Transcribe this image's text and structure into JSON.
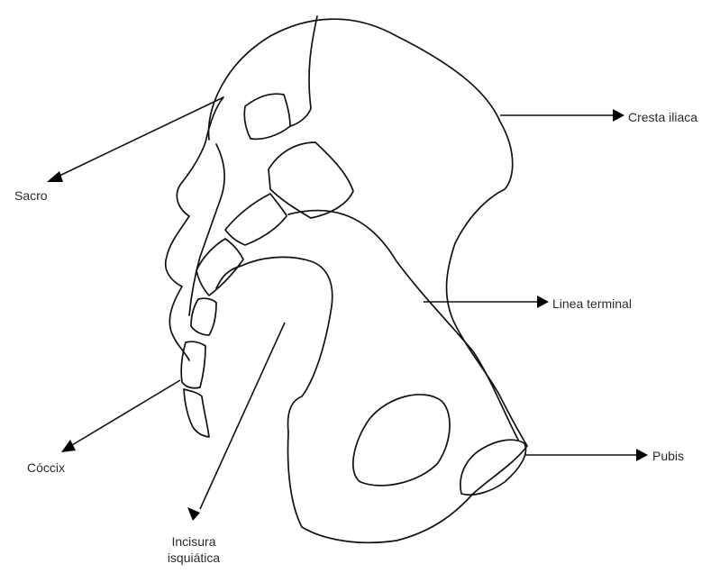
{
  "labels": {
    "cresta_iliaca": "Cresta iliaca",
    "sacro": "Sacro",
    "linea_terminal": "Linea terminal",
    "coccix": "Cóccix",
    "pubis": "Pubis",
    "incisura_line1": "Incisura",
    "incisura_line2": "isquiática"
  },
  "colors": {
    "line": "#111111",
    "text": "#2a2a2a",
    "background": "#ffffff"
  }
}
